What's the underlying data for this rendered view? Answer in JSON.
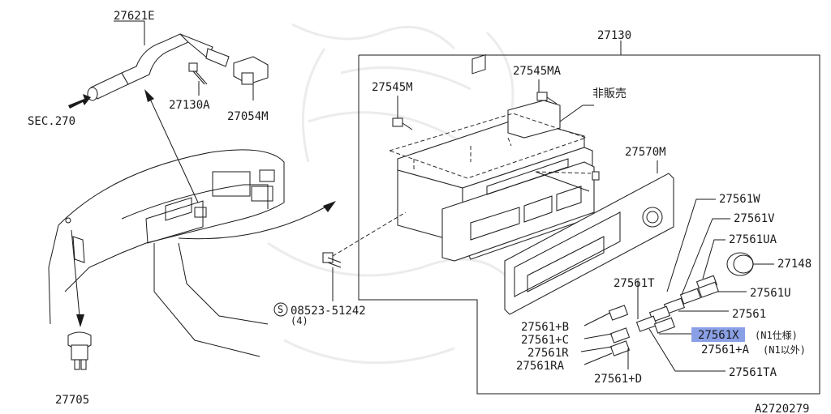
{
  "diagram": {
    "labels": {
      "p27621E": "27621E",
      "sec270": "SEC.270",
      "p27130A": "27130A",
      "p27054M": "27054M",
      "p27130": "27130",
      "p27545M": "27545M",
      "p27545MA": "27545MA",
      "hihanbai": "非販売",
      "p27570M": "27570M",
      "p27561W": "27561W",
      "p27561V": "27561V",
      "p27561UA": "27561UA",
      "p27148": "27148",
      "p27561U": "27561U",
      "p27561": "27561",
      "p27561X": "27561X",
      "p27561X_note": "(N1仕様)",
      "p27561A": "27561+A",
      "p27561A_note": "(N1以外)",
      "p27561T": "27561T",
      "p27561TA": "27561TA",
      "p27561B": "27561+B",
      "p27561C": "27561+C",
      "p27561R": "27561R",
      "p27561RA": "27561RA",
      "p27561D": "27561+D",
      "s_mark": "S",
      "p08523": "08523-51242",
      "qty4": "(4)",
      "p27705": "27705",
      "diagram_id": "A2720279"
    },
    "highlight_color": "#8aa0e6"
  }
}
